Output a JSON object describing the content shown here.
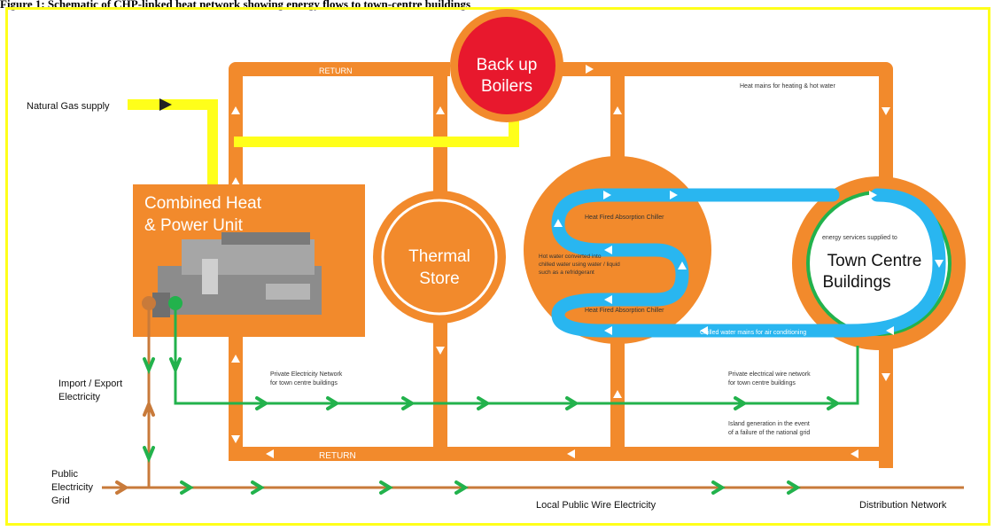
{
  "header": {
    "caption": "Figure 1: Schematic of CHP-linked heat network showing energy flows to town-centre buildings"
  },
  "labels": {
    "natural_gas": "Natural Gas supply",
    "chp_line1": "Combined Heat",
    "chp_line2": "& Power Unit",
    "boilers_line1": "Back up",
    "boilers_line2": "Boilers",
    "thermal_line1": "Thermal",
    "thermal_line2": "Store",
    "town_line1": "Town Centre",
    "town_line2": "Buildings",
    "energy_services": "energy services supplied to",
    "return_top": "RETURN",
    "return_bottom": "RETURN",
    "heat_mains": "Heat mains for heating & hot water",
    "absorption_chiller_top": "Heat Fired Absorption Chiller",
    "absorption_chiller_bottom": "Heat Fired Absorption Chiller",
    "hot_water_line1": "Hot water converted into",
    "hot_water_line2": "chilled water using water / liquid",
    "hot_water_line3": "such as a refridgerant",
    "chilled_water": "Chilled water mains for air conditioning",
    "private_net_line1": "Private Electricity Network",
    "private_net_line2": "for town centre buildings",
    "private_wire_line1": "Private electrical wire network",
    "private_wire_line2": "for town centre buildings",
    "island_line1": "Island generation in the event",
    "island_line2": "of a failure of the national grid",
    "import_line1": "Import / Export",
    "import_line2": "Electricity",
    "grid_line1": "Public",
    "grid_line2": "Electricity",
    "grid_line3": "Grid",
    "local_wire": "Local Public Wire Electricity",
    "distribution": "Distribution Network"
  },
  "colors": {
    "orange": "#f28a2c",
    "red": "#e8182d",
    "yellow": "#ffff1a",
    "cyan": "#29b6f0",
    "green": "#22b24c",
    "brown": "#c87a3a",
    "grey": "#8c8c8c"
  }
}
